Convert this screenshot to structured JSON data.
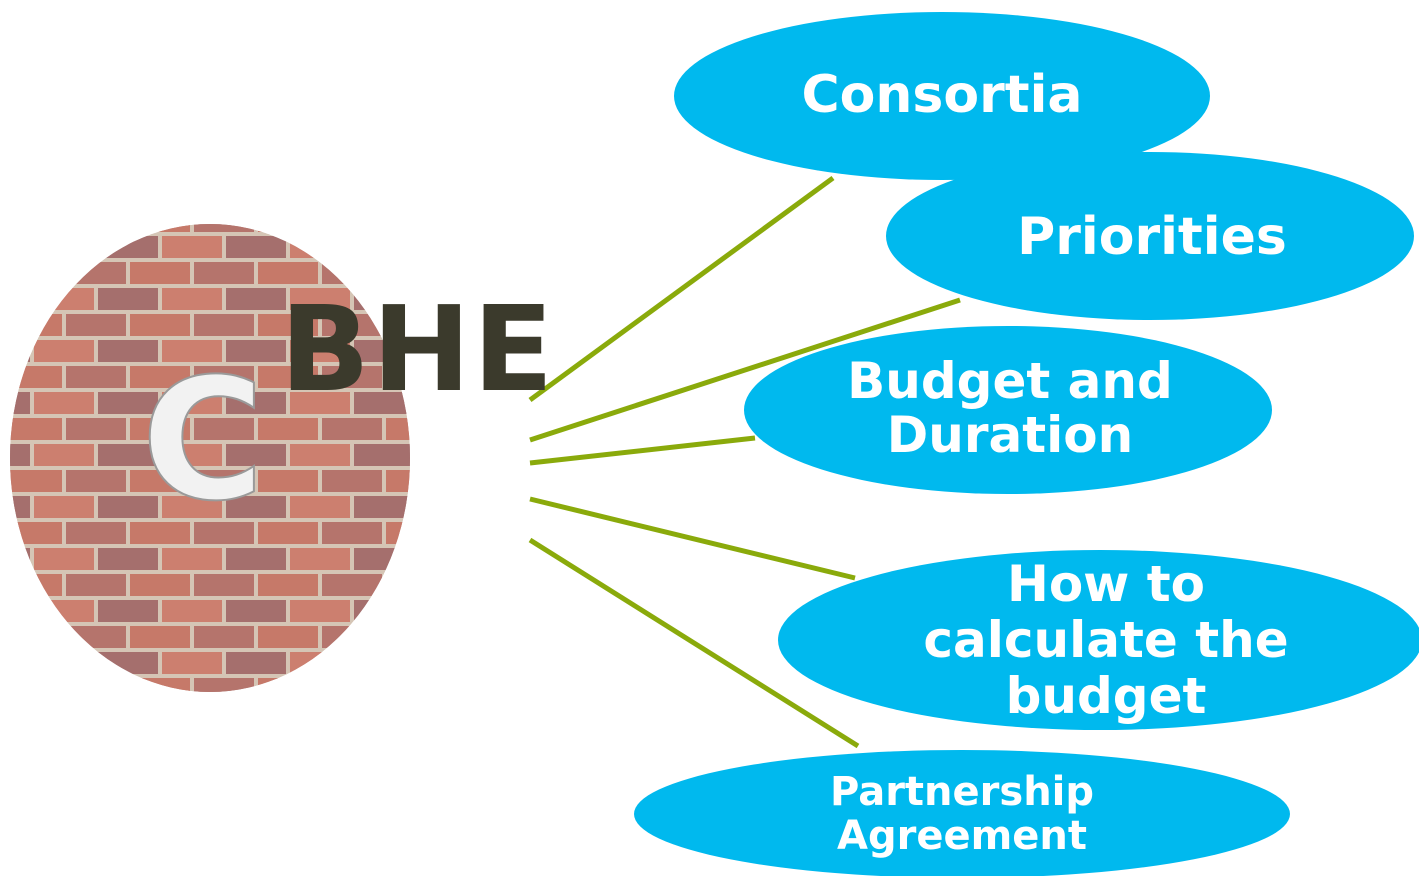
{
  "title": "BHE",
  "circle_letter": "C",
  "colors": {
    "node_fill": "#00b9ee",
    "node_text": "#ffffff",
    "connector": "#8aaa0b",
    "title_text": "#3b3a2c",
    "brick": "#c97a6a",
    "brick_dark": "#8d5a55",
    "mortar": "#d9c9b9"
  },
  "nodes": [
    {
      "id": "consortia",
      "label": "Consortia"
    },
    {
      "id": "priorities",
      "label": "Priorities"
    },
    {
      "id": "budget-duration",
      "label": "Budget and\nDuration"
    },
    {
      "id": "calculate-budget",
      "label": "How to\ncalculate the\nbudget"
    },
    {
      "id": "partnership",
      "label": "Partnership\nAgreement"
    }
  ]
}
